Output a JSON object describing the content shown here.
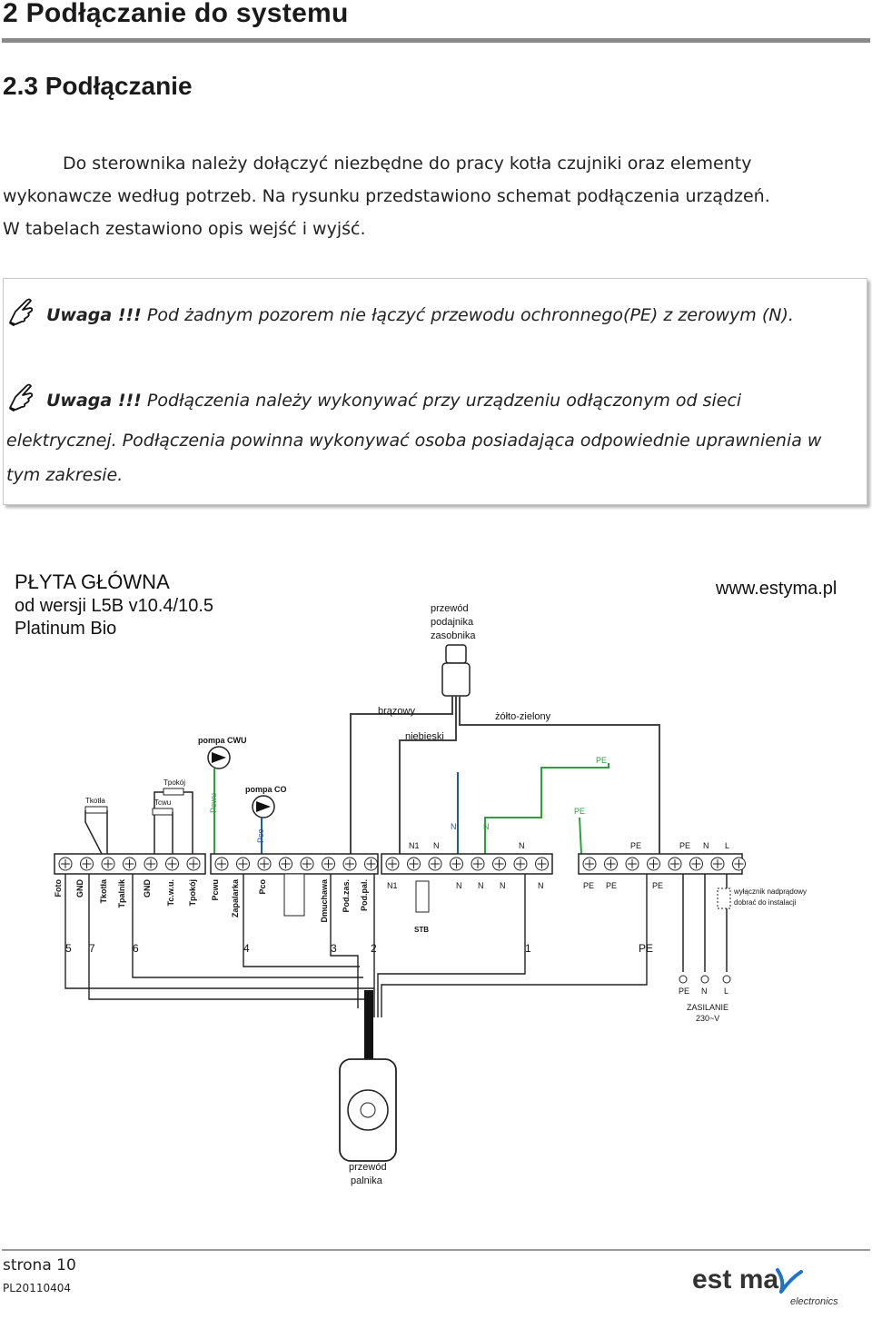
{
  "header": {
    "chapter_title": "2 Podłączanie do systemu",
    "section_title": "2.3 Podłączanie"
  },
  "body": {
    "intro_line1": "Do sterownika należy dołączyć niezbędne do pracy kotła czujniki oraz elementy",
    "intro_line2": "wykonawcze  według potrzeb.  Na rysunku przedstawiono schemat podłączenia urządzeń.",
    "intro_line3": "W tabelach zestawiono opis wejść i wyjść."
  },
  "notes": [
    {
      "lead": "Uwaga !!!",
      "text": " Pod żadnym pozorem nie łączyć przewodu ochronnego(PE) z zerowym (N)."
    },
    {
      "lead": "Uwaga !!!",
      "text": " Podłączenia należy wykonywać przy urządzeniu odłączonym od sieci",
      "line2": "elektrycznej. Podłączenia powinna wykonywać osoba posiadająca odpowiednie uprawnienia w",
      "line3": "tym zakresie."
    }
  ],
  "diagram": {
    "title_lines": [
      "PŁYTA GŁÓWNA",
      "od wersji L5B v10.4/10.5",
      "Platinum Bio"
    ],
    "website": "www.estyma.pl",
    "feeder_cable": [
      "przewód",
      "podajnika",
      "zasobnika"
    ],
    "wire_brown": "brązowy",
    "wire_green": "żółto-zielony",
    "wire_blue": "niebieski",
    "pump_cwu": "pompa CWU",
    "pump_co": "pompa CO",
    "sensor_tpokoj": "Tpokój",
    "sensor_tkotla": "Tkotła",
    "sensor_tcwu": "Tcwu",
    "wire_pcwu": "Pcwu",
    "wire_pco": "Pco",
    "pe": "PE",
    "n": "N",
    "n1": "N1",
    "l": "L",
    "stb": "STB",
    "terminals_left": [
      "Foto",
      "GND",
      "Tkotła",
      "Tpalnik",
      "GND",
      "Tc.w.u.",
      "Tpokój"
    ],
    "terminals_mid": [
      "Pcwu",
      "Zapalarka",
      "Pco",
      "Dmuchawa",
      "Pod.zas.",
      "Pod.pal."
    ],
    "terminals_right": [
      "N1",
      "N",
      "N",
      "N",
      "N",
      "PE",
      "PE",
      "PE"
    ],
    "numbers": [
      "5",
      "7",
      "6",
      "4",
      "3",
      "2",
      "1",
      "PE"
    ],
    "breaker_label": [
      "wyłącznik nadprądowy",
      "dobrać do instalacji"
    ],
    "supply_labels": [
      "PE",
      "N",
      "L"
    ],
    "supply_title": [
      "ZASILANIE",
      "230~V"
    ],
    "burner_cable": [
      "przewód",
      "palnika"
    ]
  },
  "footer": {
    "page_label": "strona 10",
    "doc_code": "PL20110404",
    "logo_text": "est ma",
    "logo_sub": "electronics"
  }
}
